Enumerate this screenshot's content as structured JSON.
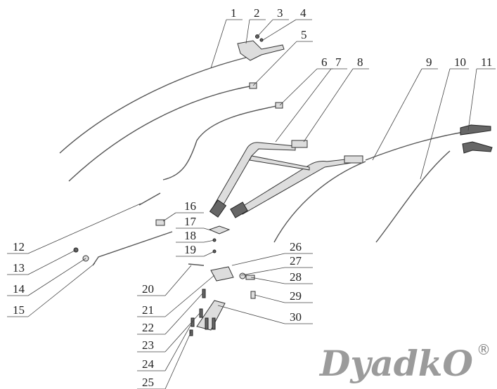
{
  "diagram": {
    "callouts": [
      "1",
      "2",
      "3",
      "4",
      "5",
      "6",
      "7",
      "8",
      "9",
      "10",
      "11",
      "12",
      "13",
      "14",
      "15",
      "16",
      "17",
      "18",
      "19",
      "20",
      "21",
      "22",
      "23",
      "24",
      "25",
      "26",
      "27",
      "28",
      "29",
      "30"
    ],
    "watermark": {
      "text": "DyadkO",
      "registered": "®"
    }
  }
}
